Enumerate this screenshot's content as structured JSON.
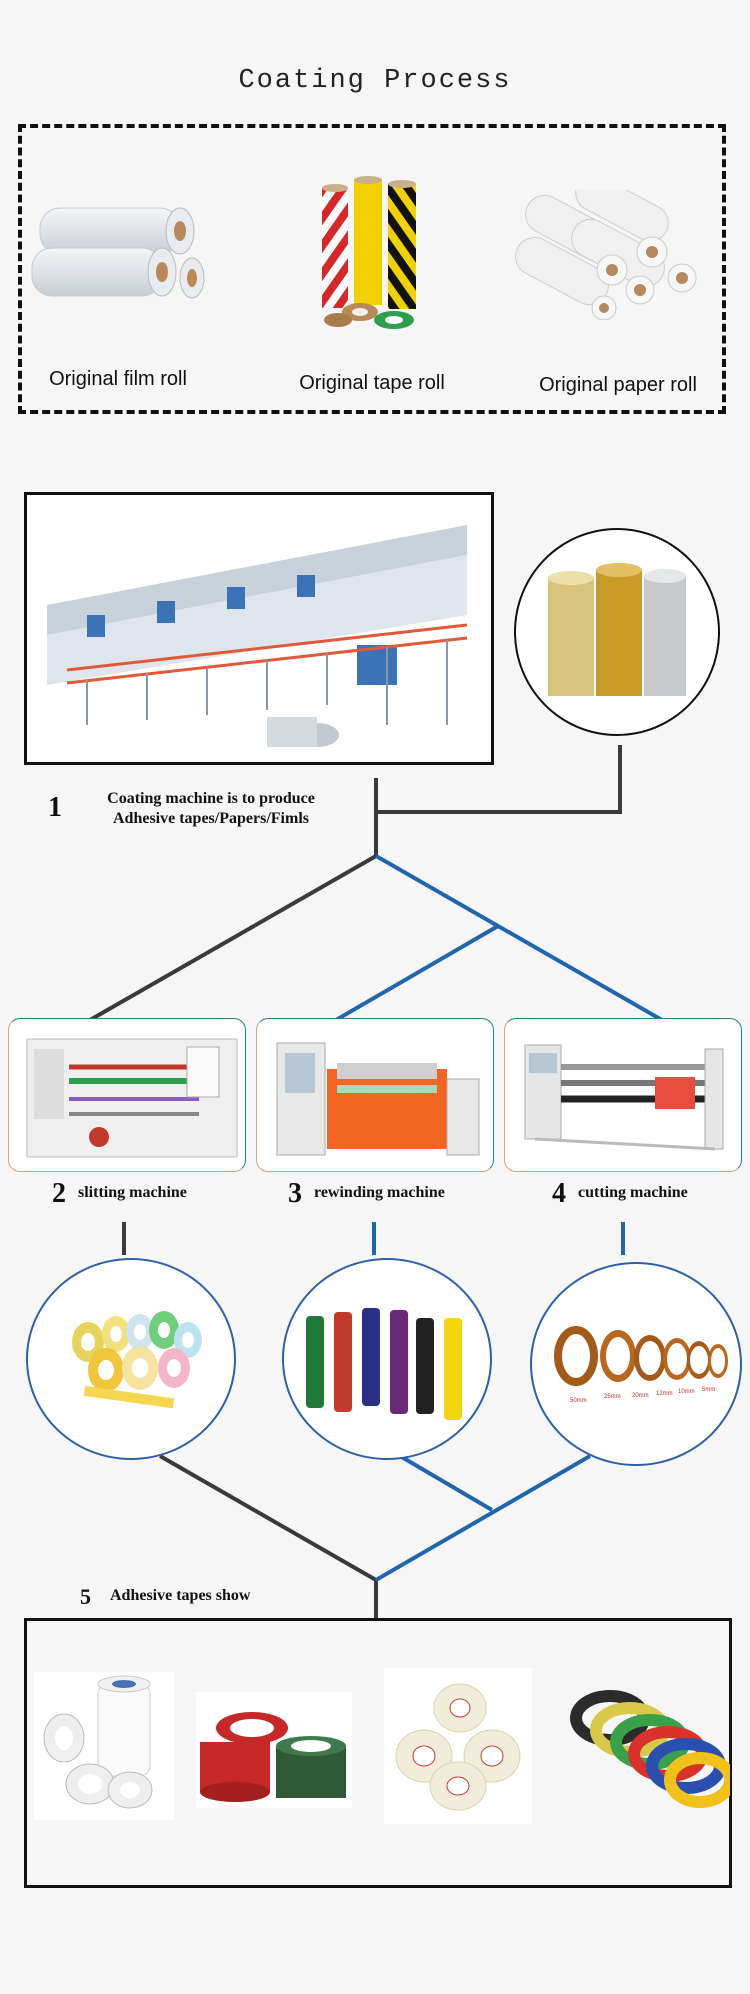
{
  "title": "Coating Process",
  "raw_materials": [
    {
      "label": "Original film roll",
      "icon": "film-roll-icon"
    },
    {
      "label": "Original tape roll",
      "icon": "tape-roll-icon"
    },
    {
      "label": "Original paper roll",
      "icon": "paper-roll-icon"
    }
  ],
  "step1": {
    "num": "1",
    "line1": "Coating machine is to produce",
    "line2": "Adhesive tapes/Papers/Fimls"
  },
  "machines": [
    {
      "num": "2",
      "label": "slitting machine"
    },
    {
      "num": "3",
      "label": "rewinding machine"
    },
    {
      "num": "4",
      "label": "cutting machine"
    }
  ],
  "kapton_widths": [
    "50mm",
    "25mm",
    "20mm",
    "12mm",
    "10mm",
    "5mm"
  ],
  "step5": {
    "num": "5",
    "label": "Adhesive tapes show"
  },
  "colors": {
    "line_dark": "#3a3a3a",
    "line_blue": "#2166ac",
    "circle_border_blue": "#2f5fa8"
  }
}
